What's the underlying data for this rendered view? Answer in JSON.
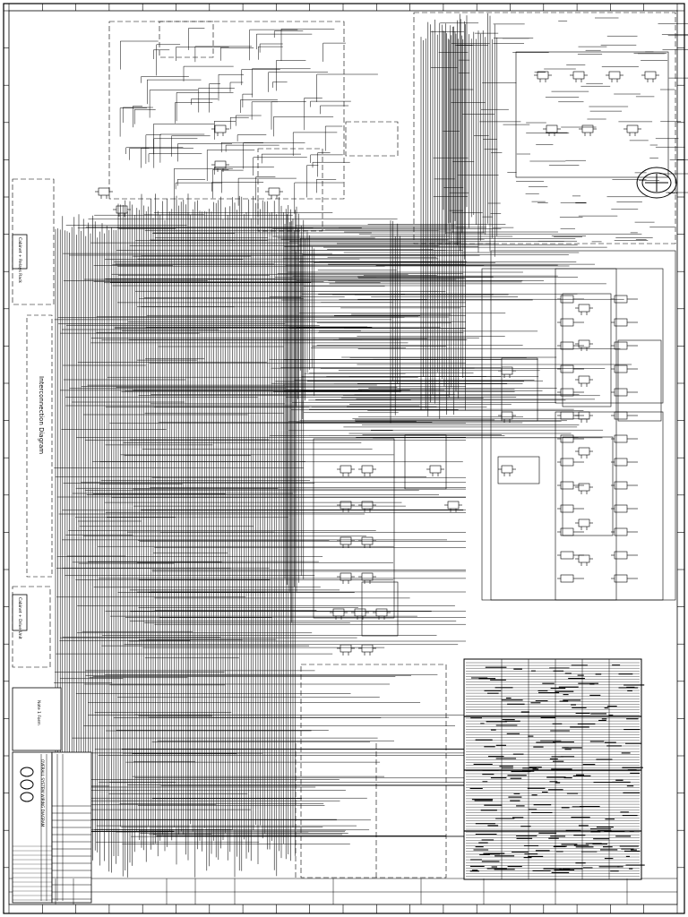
{
  "diagram": {
    "main_label": "Interconnection Diagram"
  },
  "side_labels": {
    "left_upper": "Cabinet + Relays Rack",
    "left_lower": "Cabinet + Drive Unit"
  },
  "note_box": {
    "text": "Note 1 Form"
  },
  "title_block": {
    "company": "",
    "title_line_1": "OVERALL SYSTEM WIRING DIAGRAM",
    "title_line_2": "",
    "drawing_number": ""
  },
  "colors": {
    "ink": "#000000",
    "paper": "#ffffff"
  }
}
